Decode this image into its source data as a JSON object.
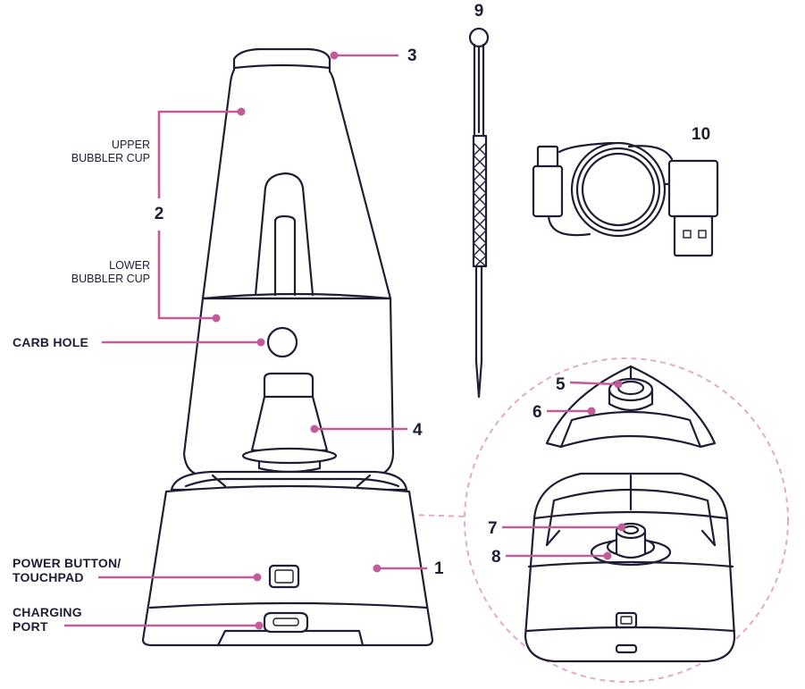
{
  "callouts": {
    "n1": "1",
    "n2": "2",
    "n3": "3",
    "n4": "4",
    "n5": "5",
    "n6": "6",
    "n7": "7",
    "n8": "8",
    "n9": "9",
    "n10": "10"
  },
  "labels": {
    "upper_cup_1": "UPPER",
    "upper_cup_2": "BUBBLER CUP",
    "lower_cup_1": "LOWER",
    "lower_cup_2": "BUBBLER CUP",
    "carb_hole": "CARB HOLE",
    "power_1": "POWER BUTTON/",
    "power_2": "TOUCHPAD",
    "charging_1": "CHARGING",
    "charging_2": "PORT"
  },
  "colors": {
    "accent": "#c35a9a",
    "line": "#1f1d33",
    "dashed_circle": "#e3a9c8"
  }
}
